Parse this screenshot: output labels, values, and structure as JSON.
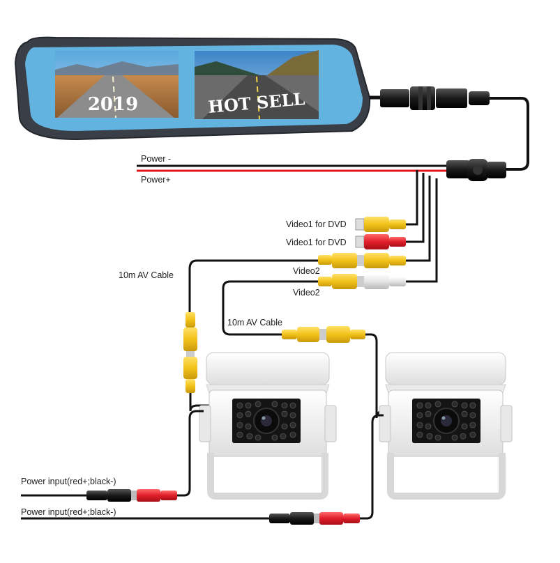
{
  "mirror": {
    "screen_left_text": "2019",
    "screen_right_text": "HOT SELL"
  },
  "labels": {
    "power_minus": "Power -",
    "power_plus": "Power+",
    "video1_dvd_a": "Video1 for DVD",
    "video1_dvd_b": "Video1 for DVD",
    "video2_a": "Video2",
    "video2_b": "Video2",
    "av_cable_left": "10m AV Cable",
    "av_cable_right": "10m AV Cable",
    "power_input_a": "Power input(red+;black-)",
    "power_input_b": "Power input(red+;black-)"
  },
  "colors": {
    "mirror_frame": "#3a3f47",
    "screen_blue": "#62b3e0",
    "rca_yellow": "#f2c21a",
    "rca_red": "#e01e2a",
    "rca_white": "#e9e9e9",
    "power_red": "#e3141c",
    "cable_black": "#111111",
    "camera_white": "#f4f4f4"
  }
}
